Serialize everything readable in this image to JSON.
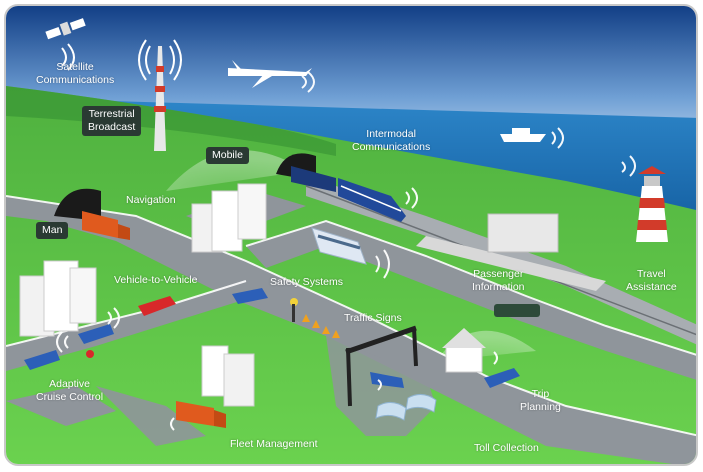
{
  "colors": {
    "sky_top": "#1a4f9c",
    "sky_bottom": "#7fb0de",
    "sea": "#1f6fb8",
    "grass": "#5cc04a",
    "grass_dark": "#3e9a36",
    "road": "#8e949a",
    "tag_bg": "#2a3a33"
  },
  "labels": {
    "satellite": [
      "Satellite",
      "Communications"
    ],
    "terrestrial": [
      "Terrestrial",
      "Broadcast"
    ],
    "mobile": "Mobile",
    "intermodal": [
      "Intermodal",
      "Communications"
    ],
    "navigation": "Navigation",
    "man": "Man",
    "vehicle_to_vehicle": "Vehicle-to-Vehicle",
    "safety_systems": "Safety Systems",
    "traffic_signs": "Traffic Signs",
    "passenger_info": [
      "Passenger",
      "Information"
    ],
    "travel_assistance": [
      "Travel",
      "Assistance"
    ],
    "adaptive_cruise": [
      "Adaptive",
      "Cruise Control"
    ],
    "trip_planning": [
      "Trip",
      "Planning"
    ],
    "fleet_management": "Fleet Management",
    "toll_collection": "Toll Collection"
  },
  "icons": [
    "satellite-icon",
    "broadcast-tower-icon",
    "airplane-icon",
    "ship-icon",
    "train-icon",
    "truck-icon",
    "bus-icon",
    "car-icon",
    "lighthouse-icon",
    "building-icon",
    "house-icon",
    "traffic-gantry-icon",
    "toll-booth-icon",
    "wireless-signal-icon"
  ]
}
